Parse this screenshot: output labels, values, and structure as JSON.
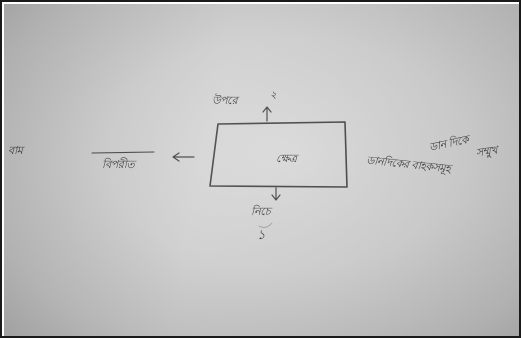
{
  "diagram": {
    "center_label": "ক্ষেত্র",
    "top_label": "উপরে",
    "top_label_sup": "২",
    "left_label": "বিপরীত",
    "left_far_label": "বাম",
    "right_label": "ডান দিকে",
    "right_sublabel": "সম্মুখ",
    "right_line2": "ডানদিকের বাহকসমূহ",
    "bottom_label": "নিচে",
    "bottom_mark": "১"
  }
}
